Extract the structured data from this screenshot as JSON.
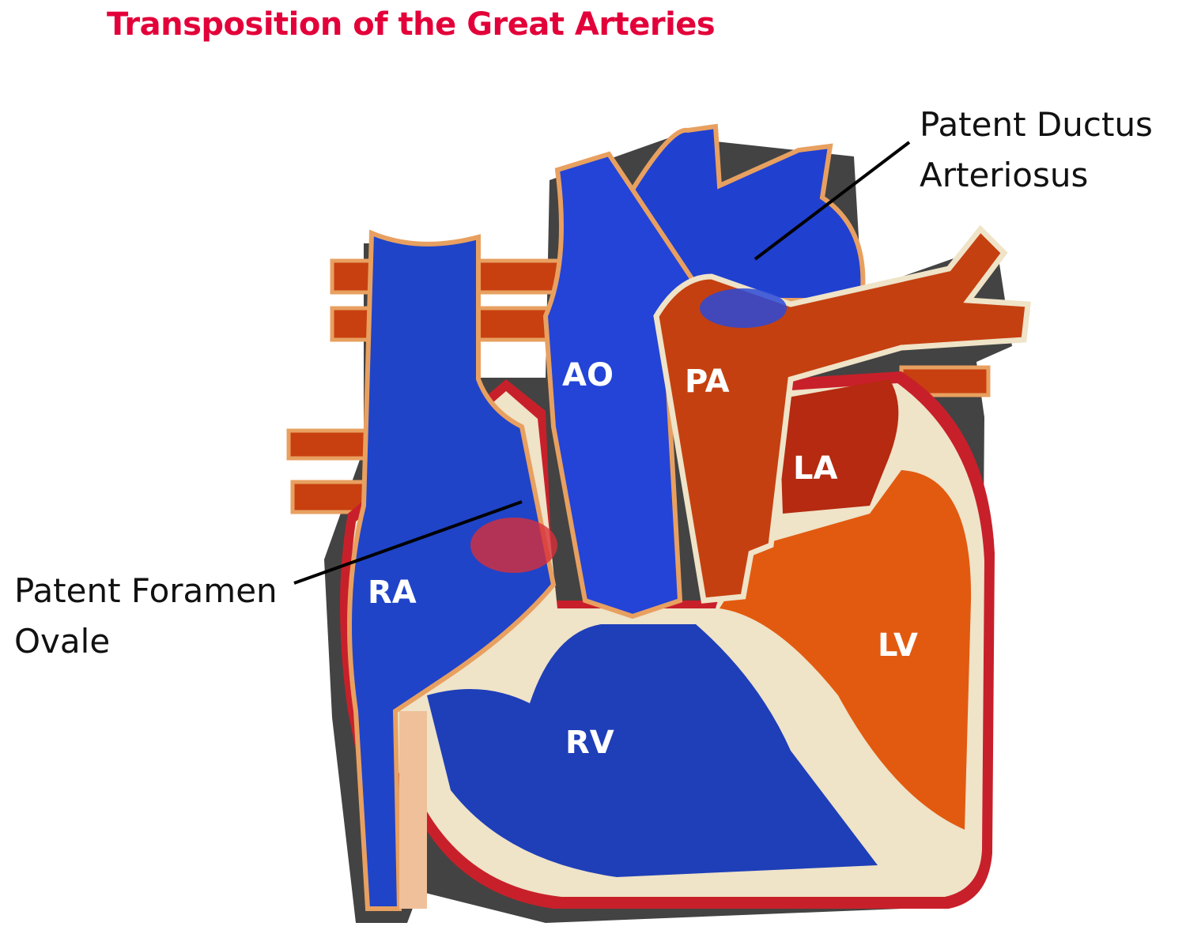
{
  "title": "Transposition of the Great Arteries",
  "callouts": {
    "pda_line1": "Patent Ductus",
    "pda_line2": "Arteriosus",
    "pfo_line1": "Patent Foramen",
    "pfo_line2": "Ovale"
  },
  "chambers": {
    "ao": "AO",
    "pa": "PA",
    "la": "LA",
    "ra": "RA",
    "lv": "LV",
    "rv": "RV"
  },
  "colors": {
    "title": "#e3003a",
    "deoxygenated": "#1f3fc0",
    "oxygenated": "#c8400a",
    "wall": "#efe3c8",
    "outer": "#c8202a"
  }
}
